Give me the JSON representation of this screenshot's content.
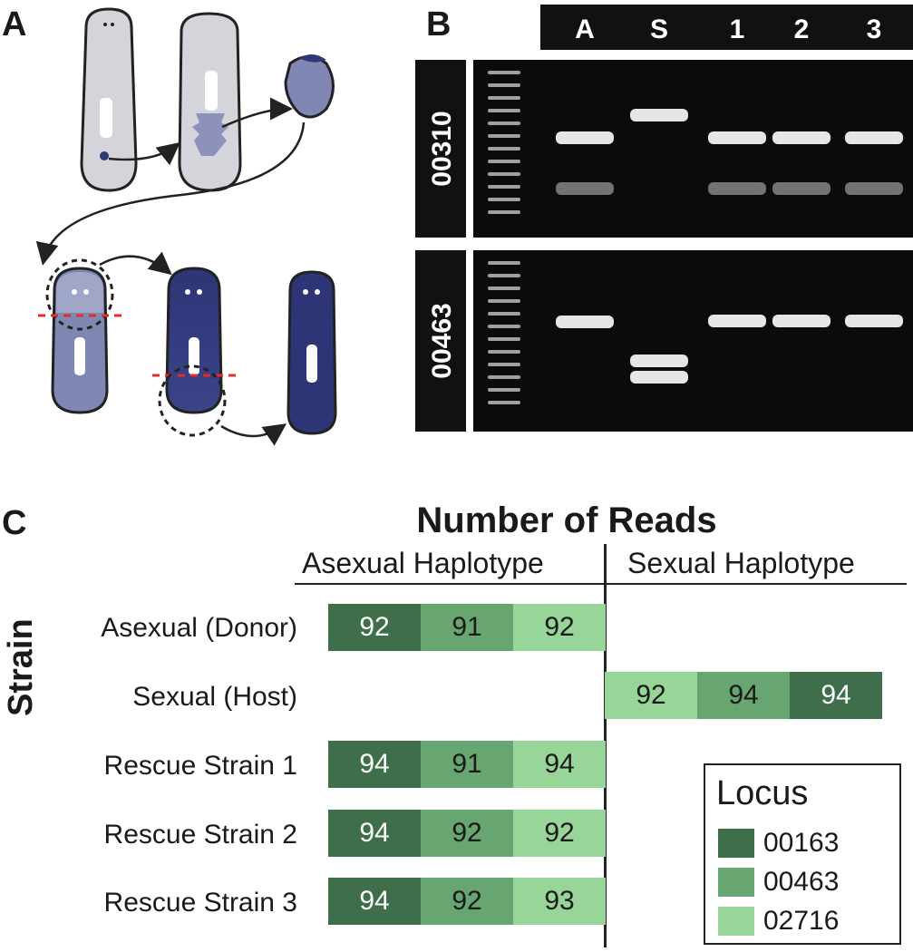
{
  "panel_a": {
    "letter": "A"
  },
  "panel_b": {
    "letter": "B",
    "lane_labels": [
      "A",
      "S",
      "1",
      "2",
      "3"
    ],
    "gel_labels": [
      "00310",
      "00463"
    ]
  },
  "panel_c": {
    "letter": "C",
    "colors": {
      "00163": "#3f6e4a",
      "00463": "#67a571",
      "02716": "#98d598"
    },
    "chart_data": {
      "type": "bar",
      "title": "Number of Reads",
      "ylabel": "Strain",
      "column_groups": [
        "Asexual Haplotype",
        "Sexual Haplotype"
      ],
      "categories": [
        "Asexual (Donor)",
        "Sexual (Host)",
        "Rescue Strain 1",
        "Rescue Strain 2",
        "Rescue Strain 3"
      ],
      "series": [
        {
          "name": "00163",
          "haplotype": [
            "Asexual Haplotype",
            "Sexual Haplotype",
            "Asexual Haplotype",
            "Asexual Haplotype",
            "Asexual Haplotype"
          ],
          "values": [
            92,
            94,
            94,
            94,
            94
          ]
        },
        {
          "name": "00463",
          "haplotype": [
            "Asexual Haplotype",
            "Sexual Haplotype",
            "Asexual Haplotype",
            "Asexual Haplotype",
            "Asexual Haplotype"
          ],
          "values": [
            91,
            94,
            91,
            92,
            92
          ]
        },
        {
          "name": "02716",
          "haplotype": [
            "Asexual Haplotype",
            "Sexual Haplotype",
            "Asexual Haplotype",
            "Asexual Haplotype",
            "Asexual Haplotype"
          ],
          "values": [
            92,
            92,
            94,
            92,
            93
          ]
        }
      ],
      "legend": {
        "title": "Locus",
        "entries": [
          "00163",
          "00463",
          "02716"
        ],
        "position": "bottom-right"
      }
    }
  }
}
